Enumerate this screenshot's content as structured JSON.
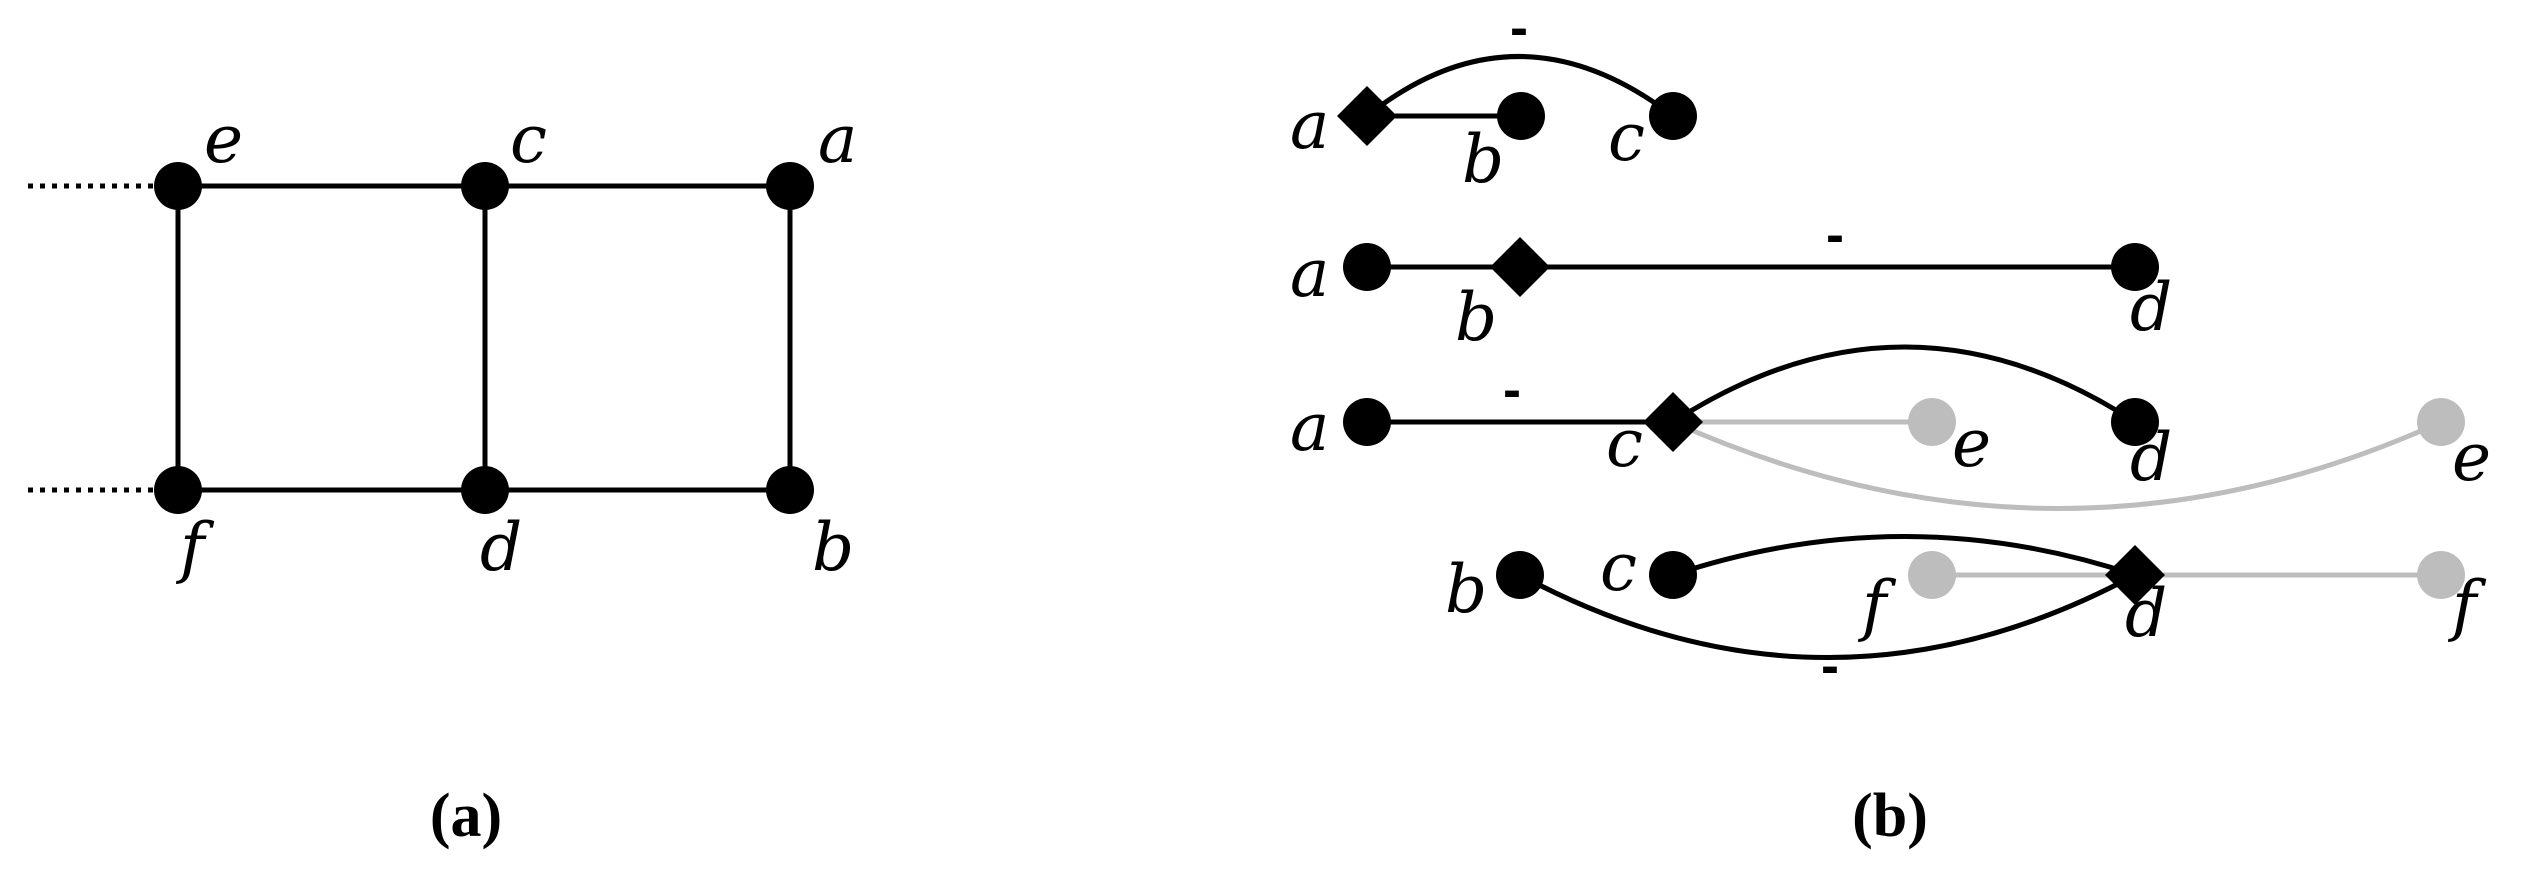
{
  "panel_a": {
    "caption": "(a)",
    "nodes": {
      "e": "e",
      "c": "c",
      "a": "a",
      "f": "f",
      "d": "d",
      "b": "b"
    }
  },
  "panel_b": {
    "caption": "(b)",
    "rows": [
      {
        "labels": [
          "a",
          "b",
          "c"
        ],
        "signs": [
          "-"
        ]
      },
      {
        "labels": [
          "a",
          "b",
          "d"
        ],
        "signs": [
          "-"
        ]
      },
      {
        "labels": [
          "a",
          "c",
          "e",
          "d",
          "e"
        ],
        "signs": [
          "-"
        ]
      },
      {
        "labels": [
          "b",
          "c",
          "f",
          "d",
          "f"
        ],
        "signs": [
          "-"
        ]
      }
    ]
  },
  "colors": {
    "edge": "#000000",
    "inactive": "#bdbdbd",
    "background": "#ffffff"
  }
}
